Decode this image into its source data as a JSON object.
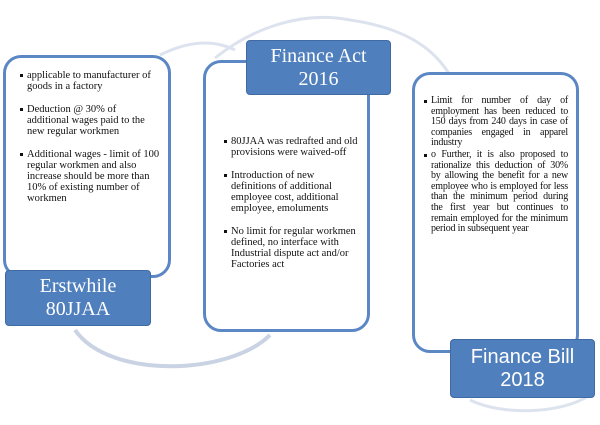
{
  "stages": [
    {
      "title_lines": [
        "Erstwhile",
        "80JJAA"
      ],
      "points": [
        "applicable to manufacturer of goods in a factory",
        "Deduction @ 30% of additional wages paid to the new regular workmen",
        "Additional wages - limit of 100 regular workmen and also increase should be more than 10% of existing number of workmen"
      ]
    },
    {
      "title_lines": [
        "Finance Act",
        "2016"
      ],
      "points": [
        "80JJAA was redrafted and old provisions were waived-off",
        "Introduction of new definitions of additional employee cost, additional employee, emoluments",
        "No limit for regular workmen defined, no interface with Industrial dispute act and/or Factories act"
      ]
    },
    {
      "title_lines": [
        "Finance Bill",
        "2018"
      ],
      "points": [
        "Limit for number of day of employment has been reduced to 150 days from 240 days in case of companies engaged in apparel industry",
        "o        Further, it is also proposed to rationalize this deduction of 30% by allowing the benefit for a new employee who is employed for less than the minimum period during the first year but continues to remain employed for the minimum period in subsequent year"
      ]
    }
  ],
  "colors": {
    "accent": "#4f7fbd",
    "border": "#5b87c5",
    "arc": "#c9d3e3"
  }
}
